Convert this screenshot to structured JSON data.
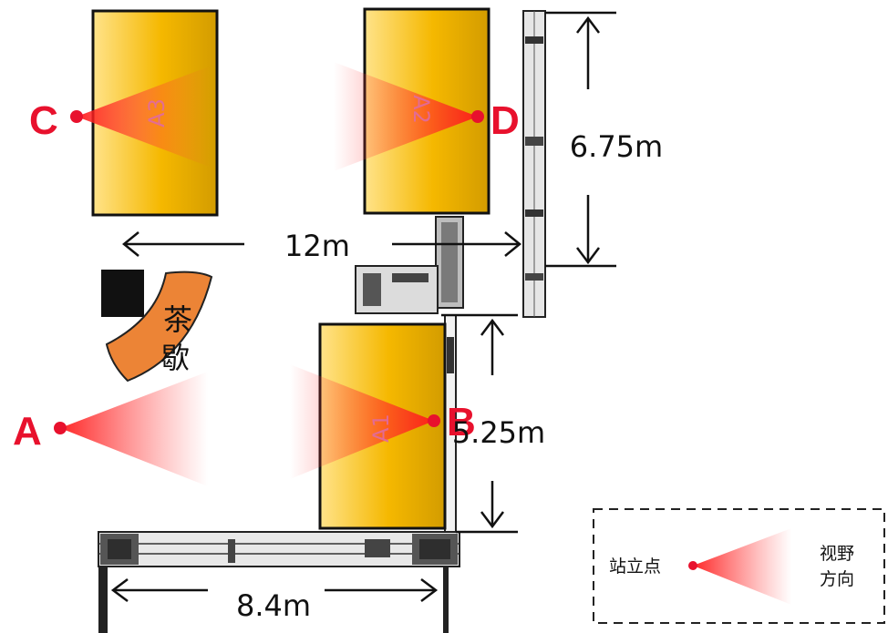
{
  "colors": {
    "view_red": "#ff2222",
    "point_red": "#e8112d",
    "room_fill_dark": "#d9a000",
    "room_fill_light": "#ffdd66",
    "tea_fill": "#ec8436",
    "wall": "#1a1a1a"
  },
  "rooms": [
    {
      "id": "A1",
      "label": "A1"
    },
    {
      "id": "A2",
      "label": "A2"
    },
    {
      "id": "A3",
      "label": "A3"
    }
  ],
  "tea_area": {
    "label_line1": "茶",
    "label_line2": "歇"
  },
  "viewpoints": [
    {
      "id": "A",
      "label": "A"
    },
    {
      "id": "B",
      "label": "B"
    },
    {
      "id": "C",
      "label": "C"
    },
    {
      "id": "D",
      "label": "D"
    }
  ],
  "dimensions": {
    "width_top": "12m",
    "height_top": "6.75m",
    "height_mid": "5.25m",
    "width_bottom": "8.4m"
  },
  "legend": {
    "point_label": "站立点",
    "direction_line1": "视野",
    "direction_line2": "方向"
  }
}
